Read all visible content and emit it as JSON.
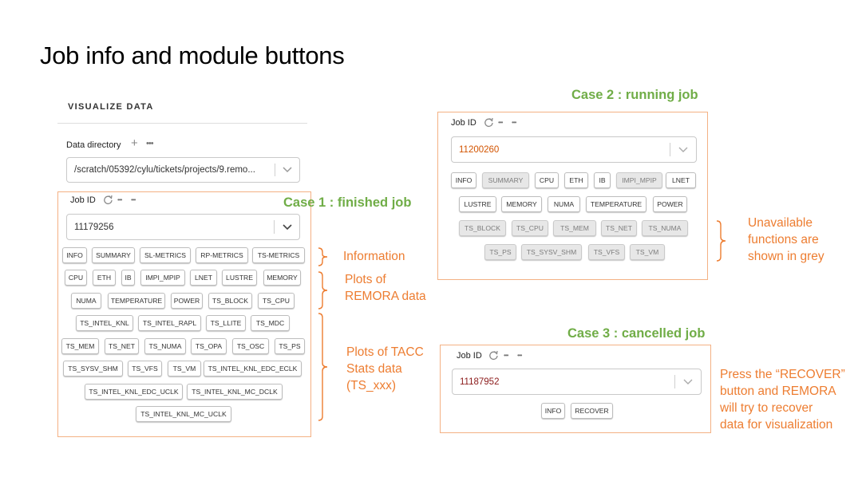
{
  "slide": {
    "title": "Job info and module buttons"
  },
  "panel": {
    "section_title": "VISUALIZE DATA",
    "data_directory": {
      "label": "Data directory",
      "value": "/scratch/05392/cylu/tickets/projects/9.remo..."
    }
  },
  "case1": {
    "heading": "Case 1 : finished job",
    "job_id_label": "Job ID",
    "job_id": "11179256",
    "rows": [
      [
        "INFO",
        "SUMMARY",
        "SL-METRICS",
        "RP-METRICS",
        "TS-METRICS"
      ],
      [
        "CPU",
        "ETH",
        "IB",
        "IMPI_MPIP",
        "LNET",
        "LUSTRE",
        "MEMORY"
      ],
      [
        "NUMA",
        "TEMPERATURE",
        "POWER",
        "TS_BLOCK",
        "TS_CPU"
      ],
      [
        "TS_INTEL_KNL",
        "TS_INTEL_RAPL",
        "TS_LLITE",
        "TS_MDC"
      ],
      [
        "TS_MEM",
        "TS_NET",
        "TS_NUMA",
        "TS_OPA",
        "TS_OSC",
        "TS_PS"
      ],
      [
        "TS_SYSV_SHM",
        "TS_VFS",
        "TS_VM",
        "TS_INTEL_KNL_EDC_ECLK"
      ],
      [
        "TS_INTEL_KNL_EDC_UCLK",
        "TS_INTEL_KNL_MC_DCLK"
      ],
      [
        "TS_INTEL_KNL_MC_UCLK"
      ]
    ]
  },
  "case2": {
    "heading": "Case 2 : running job",
    "job_id_label": "Job ID",
    "job_id": "11200260",
    "rows": [
      [
        {
          "t": "INFO",
          "g": false
        },
        {
          "t": "SUMMARY",
          "g": true
        },
        {
          "t": "CPU",
          "g": false
        },
        {
          "t": "ETH",
          "g": false
        },
        {
          "t": "IB",
          "g": false
        },
        {
          "t": "IMPI_MPIP",
          "g": true
        },
        {
          "t": "LNET",
          "g": false
        }
      ],
      [
        {
          "t": "LUSTRE",
          "g": false
        },
        {
          "t": "MEMORY",
          "g": false
        },
        {
          "t": "NUMA",
          "g": false
        },
        {
          "t": "TEMPERATURE",
          "g": false
        },
        {
          "t": "POWER",
          "g": false
        }
      ],
      [
        {
          "t": "TS_BLOCK",
          "g": true
        },
        {
          "t": "TS_CPU",
          "g": true
        },
        {
          "t": "TS_MEM",
          "g": true
        },
        {
          "t": "TS_NET",
          "g": true
        },
        {
          "t": "TS_NUMA",
          "g": true
        }
      ],
      [
        {
          "t": "TS_PS",
          "g": true
        },
        {
          "t": "TS_SYSV_SHM",
          "g": true
        },
        {
          "t": "TS_VFS",
          "g": true
        },
        {
          "t": "TS_VM",
          "g": true
        }
      ]
    ]
  },
  "case3": {
    "heading": "Case 3 : cancelled job",
    "job_id_label": "Job ID",
    "job_id": "11187952",
    "buttons": [
      "INFO",
      "RECOVER"
    ]
  },
  "annotations": {
    "information": "Information",
    "plots_remora": [
      "Plots of",
      "REMORA data"
    ],
    "plots_tacc": [
      "Plots of TACC",
      "Stats data",
      "(TS_xxx)"
    ],
    "unavailable": [
      "Unavailable",
      "functions are",
      "shown in grey"
    ],
    "recover_note": [
      "Press the “RECOVER”",
      "button and REMORA",
      "will try to recover",
      "data for visualization"
    ]
  },
  "colors": {
    "case_heading": "#70ad47",
    "annotation": "#ed7d31",
    "frame": "#f4b184",
    "job_id_running": "#d35400",
    "job_id_cancelled": "#8b1a1a"
  },
  "icons": [
    "refresh-icon",
    "more-icon",
    "plus-icon",
    "chevron-down-icon",
    "brace-icon"
  ]
}
